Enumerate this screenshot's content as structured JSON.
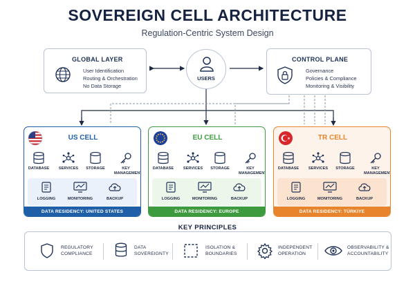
{
  "title": "SOVEREIGN CELL ARCHITECTURE",
  "subtitle": "Regulation-Centric System Design",
  "global_layer": {
    "title": "GLOBAL LAYER",
    "items": [
      "User Identification",
      "Routing & Orchestration",
      "No Data Storage"
    ],
    "icon": "globe-network-icon"
  },
  "users": {
    "label": "USERS",
    "icon": "user-icon"
  },
  "control_plane": {
    "title": "CONTROL PLANE",
    "items": [
      "Governance",
      "Policies & Compliance",
      "Monitoring & Visibility"
    ],
    "icon": "shield-lock-icon"
  },
  "cells": [
    {
      "name": "US CELL",
      "flag": "us-flag-icon",
      "color": "#1f5fa8",
      "bg": "#ffffff",
      "lower_bg": "#eaf1fa",
      "services": [
        "DATABASE",
        "SERVICES",
        "STORAGE",
        "KEY MANAGEMENT"
      ],
      "ops": [
        "LOGGING",
        "MONITORING",
        "BACKUP"
      ],
      "residency": "DATA RESIDENCY: UNITED STATES"
    },
    {
      "name": "EU CELL",
      "flag": "eu-flag-icon",
      "color": "#3d9a3f",
      "bg": "#ffffff",
      "lower_bg": "#edf6ea",
      "services": [
        "DATABASE",
        "SERVICES",
        "STORAGE",
        "KEY MANAGEMENT"
      ],
      "ops": [
        "LOGGING",
        "MONITORING",
        "BACKUP"
      ],
      "residency": "DATA RESIDENCY: EUROPE"
    },
    {
      "name": "TR CELL",
      "flag": "tr-flag-icon",
      "color": "#e8842b",
      "bg": "#fdf3ea",
      "lower_bg": "#fbe3cf",
      "services": [
        "DATABASE",
        "SERVICES",
        "STORAGE",
        "KEY MANAGEMENT"
      ],
      "ops": [
        "LOGGING",
        "MONITORING",
        "BACKUP"
      ],
      "residency": "DATA RESIDENCY: TÜRKIYE"
    }
  ],
  "principles": {
    "title": "KEY PRINCIPLES",
    "items": [
      {
        "line1": "REGULATORY",
        "line2": "COMPLIANCE",
        "icon": "shield-icon"
      },
      {
        "line1": "DATA",
        "line2": "SOVEREIGNTY",
        "icon": "database-icon"
      },
      {
        "line1": "ISOLATION &",
        "line2": "BOUNDARIES",
        "icon": "dashed-square-icon"
      },
      {
        "line1": "INDEPENDENT",
        "line2": "OPERATION",
        "icon": "gear-icon"
      },
      {
        "line1": "OBSERVABILITY &",
        "line2": "ACCOUNTABILITY",
        "icon": "eye-icon"
      }
    ]
  }
}
